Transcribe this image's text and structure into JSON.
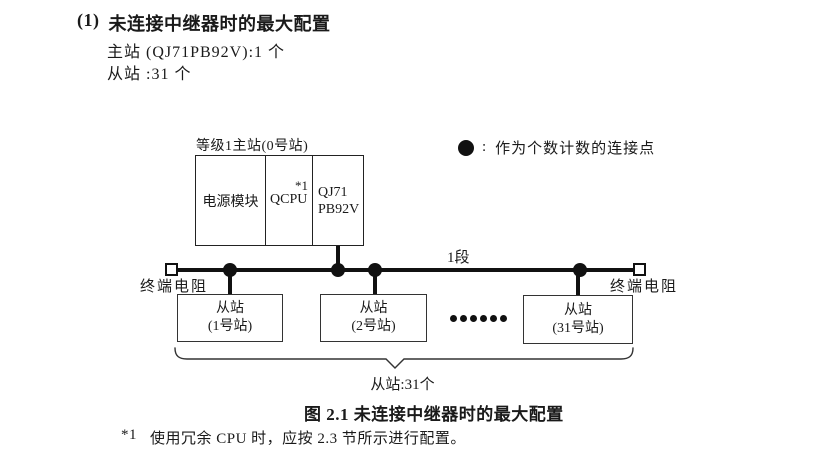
{
  "page": {
    "heading": {
      "number": "(1)",
      "title": "未连接中继器时的最大配置"
    },
    "spec_lines": [
      "主站 (QJ71PB92V):1 个",
      "从站 :31 个"
    ]
  },
  "legend": {
    "separator": ":",
    "label": "作为个数计数的连接点"
  },
  "diagram": {
    "master_label": "等级1主站(0号站)",
    "master_cells": {
      "power": "电源模块",
      "cpu": "QCPU",
      "cpu_note": "*1",
      "module_line1": "QJ71",
      "module_line2": "PB92V"
    },
    "segment_label": "1段",
    "terminator_left": "终端电阻",
    "terminator_right": "终端电阻",
    "slaves": [
      {
        "line1": "从站",
        "line2": "(1号站)"
      },
      {
        "line1": "从站",
        "line2": "(2号站)"
      },
      {
        "line1": "从站",
        "line2": "(31号站)"
      }
    ],
    "brace_label": "从站:31个"
  },
  "caption": "图 2.1 未连接中继器时的最大配置",
  "footnote": {
    "marker": "*1",
    "text": "使用冗余 CPU 时，应按 2.3 节所示进行配置。"
  },
  "colors": {
    "ink": "#1a1a1a",
    "line": "#111111",
    "background": "#ffffff"
  }
}
